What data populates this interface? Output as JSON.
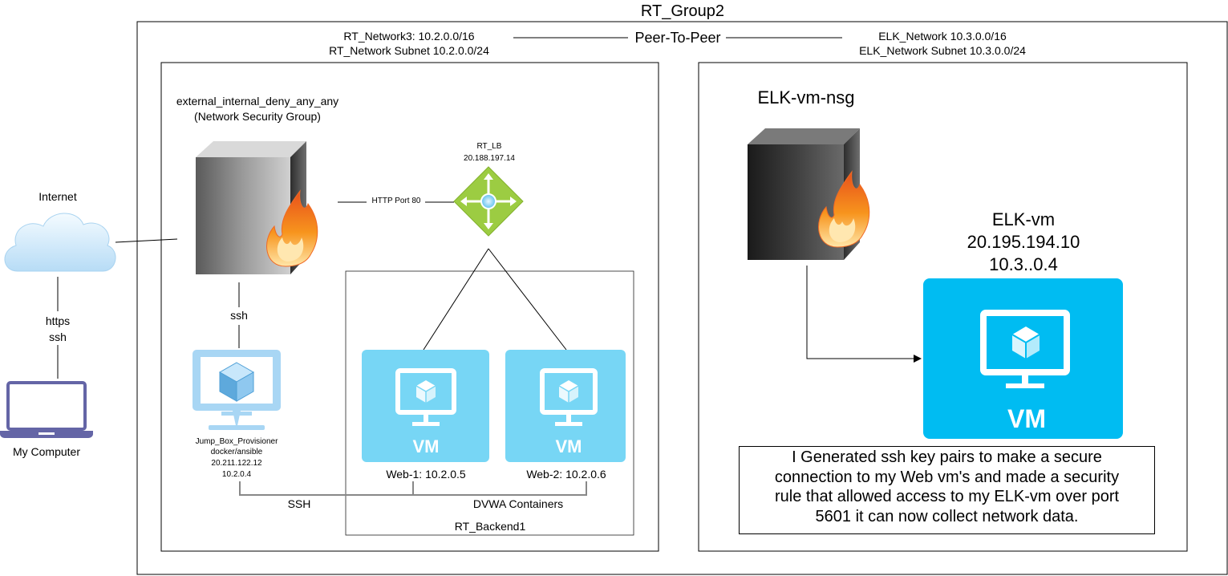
{
  "group": {
    "title": "RT_Group2"
  },
  "peering": {
    "label": "Peer-To-Peer",
    "left_network": "RT_Network3: 10.2.0.0/16",
    "left_subnet": "RT_Network Subnet 10.2.0.0/24",
    "right_network": "ELK_Network 10.3.0.0/16",
    "right_subnet": "ELK_Network Subnet 10.3.0.0/24"
  },
  "internet": {
    "label": "Internet",
    "protocol_https": "https",
    "protocol_ssh": "ssh"
  },
  "my_computer": {
    "label": "My Computer"
  },
  "nsg": {
    "name": "external_internal_deny_any_any",
    "type": "(Network Security Group)",
    "ssh_label": "ssh",
    "http_label": "HTTP Port 80"
  },
  "load_balancer": {
    "name": "RT_LB",
    "ip": "20.188.197.14"
  },
  "jump_box": {
    "name": "Jump_Box_Provisioner",
    "role": "docker/ansible",
    "public_ip": "20.211.122.12",
    "private_ip": "10.2.0.4",
    "ssh_link_label": "SSH"
  },
  "backend": {
    "name": "RT_Backend1",
    "containers_label": "DVWA Containers",
    "web1": {
      "badge": "VM",
      "label": "Web-1: 10.2.0.5"
    },
    "web2": {
      "badge": "VM",
      "label": "Web-2: 10.2.0.6"
    }
  },
  "elk": {
    "nsg_name": "ELK-vm-nsg",
    "vm_name": "ELK-vm",
    "public_ip": "20.195.194.10",
    "private_ip": "10.3..0.4",
    "badge": "VM"
  },
  "note": {
    "line1": "I Generated ssh key pairs to make a secure",
    "line2": "connection to my Web vm's and made a security",
    "line3": "rule that allowed access to my ELK-vm over port",
    "line4": "5601 it can now collect network data."
  },
  "colors": {
    "vm_light": "#77d6f5",
    "vm_bright": "#00bcf2",
    "jump_box": "#a8d6f4",
    "lb_green": "#9ccc42",
    "firewall_flame": "#f7941d"
  }
}
